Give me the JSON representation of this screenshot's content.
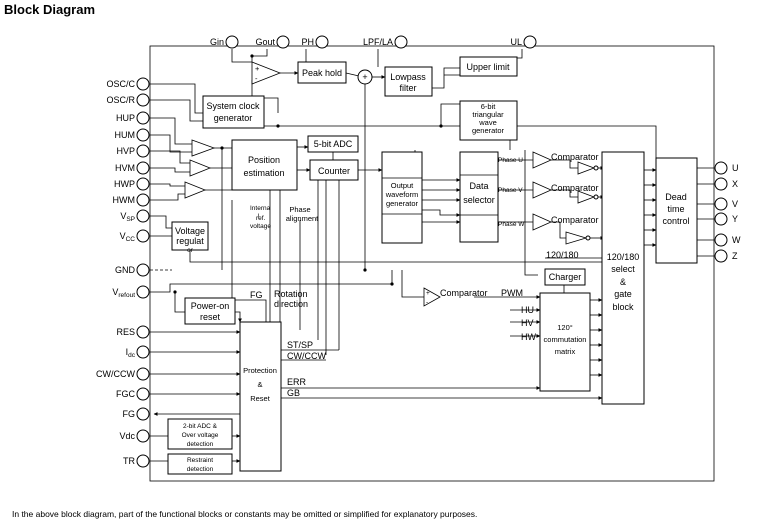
{
  "title": "Block Diagram",
  "footnote": "In the above block diagram, part of the functional blocks or constants may be omitted or simplified for explanatory purposes.",
  "top_pins": {
    "gin": "Gin",
    "gout": "Gout",
    "ph": "PH",
    "lpf": "LPF/LA",
    "ul": "UL"
  },
  "left_pins": {
    "osc_c": "OSC/C",
    "osc_r": "OSC/R",
    "hup": "HUP",
    "hum": "HUM",
    "hvp": "HVP",
    "hvm": "HVM",
    "hwp": "HWP",
    "hwm": "HWM",
    "vsp_main": "V",
    "vsp_sub": "SP",
    "vcc_main": "V",
    "vcc_sub": "CC",
    "gnd": "GND",
    "vrefout_main": "V",
    "vrefout_sub": "refout",
    "res": "RES",
    "idc_main": "I",
    "idc_sub": "dc",
    "cwccw": "CW/CCW",
    "fgc": "FGC",
    "fg": "FG",
    "vdc": "Vdc",
    "tr": "TR"
  },
  "right_pins": {
    "u": "U",
    "x": "X",
    "v": "V",
    "y": "Y",
    "w": "W",
    "z": "Z"
  },
  "blocks": {
    "peak_hold": "Peak hold",
    "lowpass_1": "Lowpass",
    "lowpass_2": "filter",
    "upper_limit": "Upper limit",
    "sysclk_1": "System clock",
    "sysclk_2": "generator",
    "tri_1": "6-bit",
    "tri_2": "triangular",
    "tri_3": "wave",
    "tri_4": "generator",
    "adc": "5-bit ADC",
    "pos_1": "Position",
    "pos_2": "estimation",
    "counter": "Counter",
    "owg_1": "Output",
    "owg_2": "waveform",
    "owg_3": "generator",
    "ds_1": "Data",
    "ds_2": "selector",
    "dead_1": "Dead",
    "dead_2": "time",
    "dead_3": "control",
    "volt_1": "Voltage",
    "volt_2": "regulat",
    "volt_3": "or",
    "sel_1": "120/180",
    "sel_2": "select",
    "sel_3": "&",
    "sel_4": "gate",
    "sel_5": "block",
    "charger": "Charger",
    "por_1": "Power-on",
    "por_2": "reset",
    "prot_1": "Protection",
    "prot_2": "&",
    "prot_3": "Reset",
    "comm_1": "120°",
    "comm_2": "commutation",
    "comm_3": "matrix",
    "adc2_1": "2-bit ADC &",
    "adc2_2": "Over voltage",
    "adc2_3": "detection",
    "restr_1": "Restraint",
    "restr_2": "detection"
  },
  "labels": {
    "phase_u": "Phase U",
    "phase_v": "Phase V",
    "phase_w": "Phase W",
    "comparator_1": "Comparator",
    "comparator_2": "Comparator",
    "comparator_3": "Comparator",
    "comparator_4": "Comparator",
    "internal_1": "Interna",
    "internal_2": "l",
    "internal_3": "ref.",
    "internal_4": "voltage",
    "phase_align_1": "Phase",
    "phase_align_2": "alignment",
    "sel_120_180": "120/180",
    "fg_sig": "FG",
    "rot_1": "Rotation",
    "rot_2": "direction",
    "pwm": "PWM",
    "hu": "HU",
    "hv": "HV",
    "hw": "HW",
    "stsp": "ST/SP",
    "cwccw_sig": "CW/CCW",
    "err": "ERR",
    "gb": "GB",
    "plus": "+",
    "amp_plus": "+",
    "amp_minus": "-",
    "cmp_plus": "+",
    "cmp_minus": "-"
  }
}
